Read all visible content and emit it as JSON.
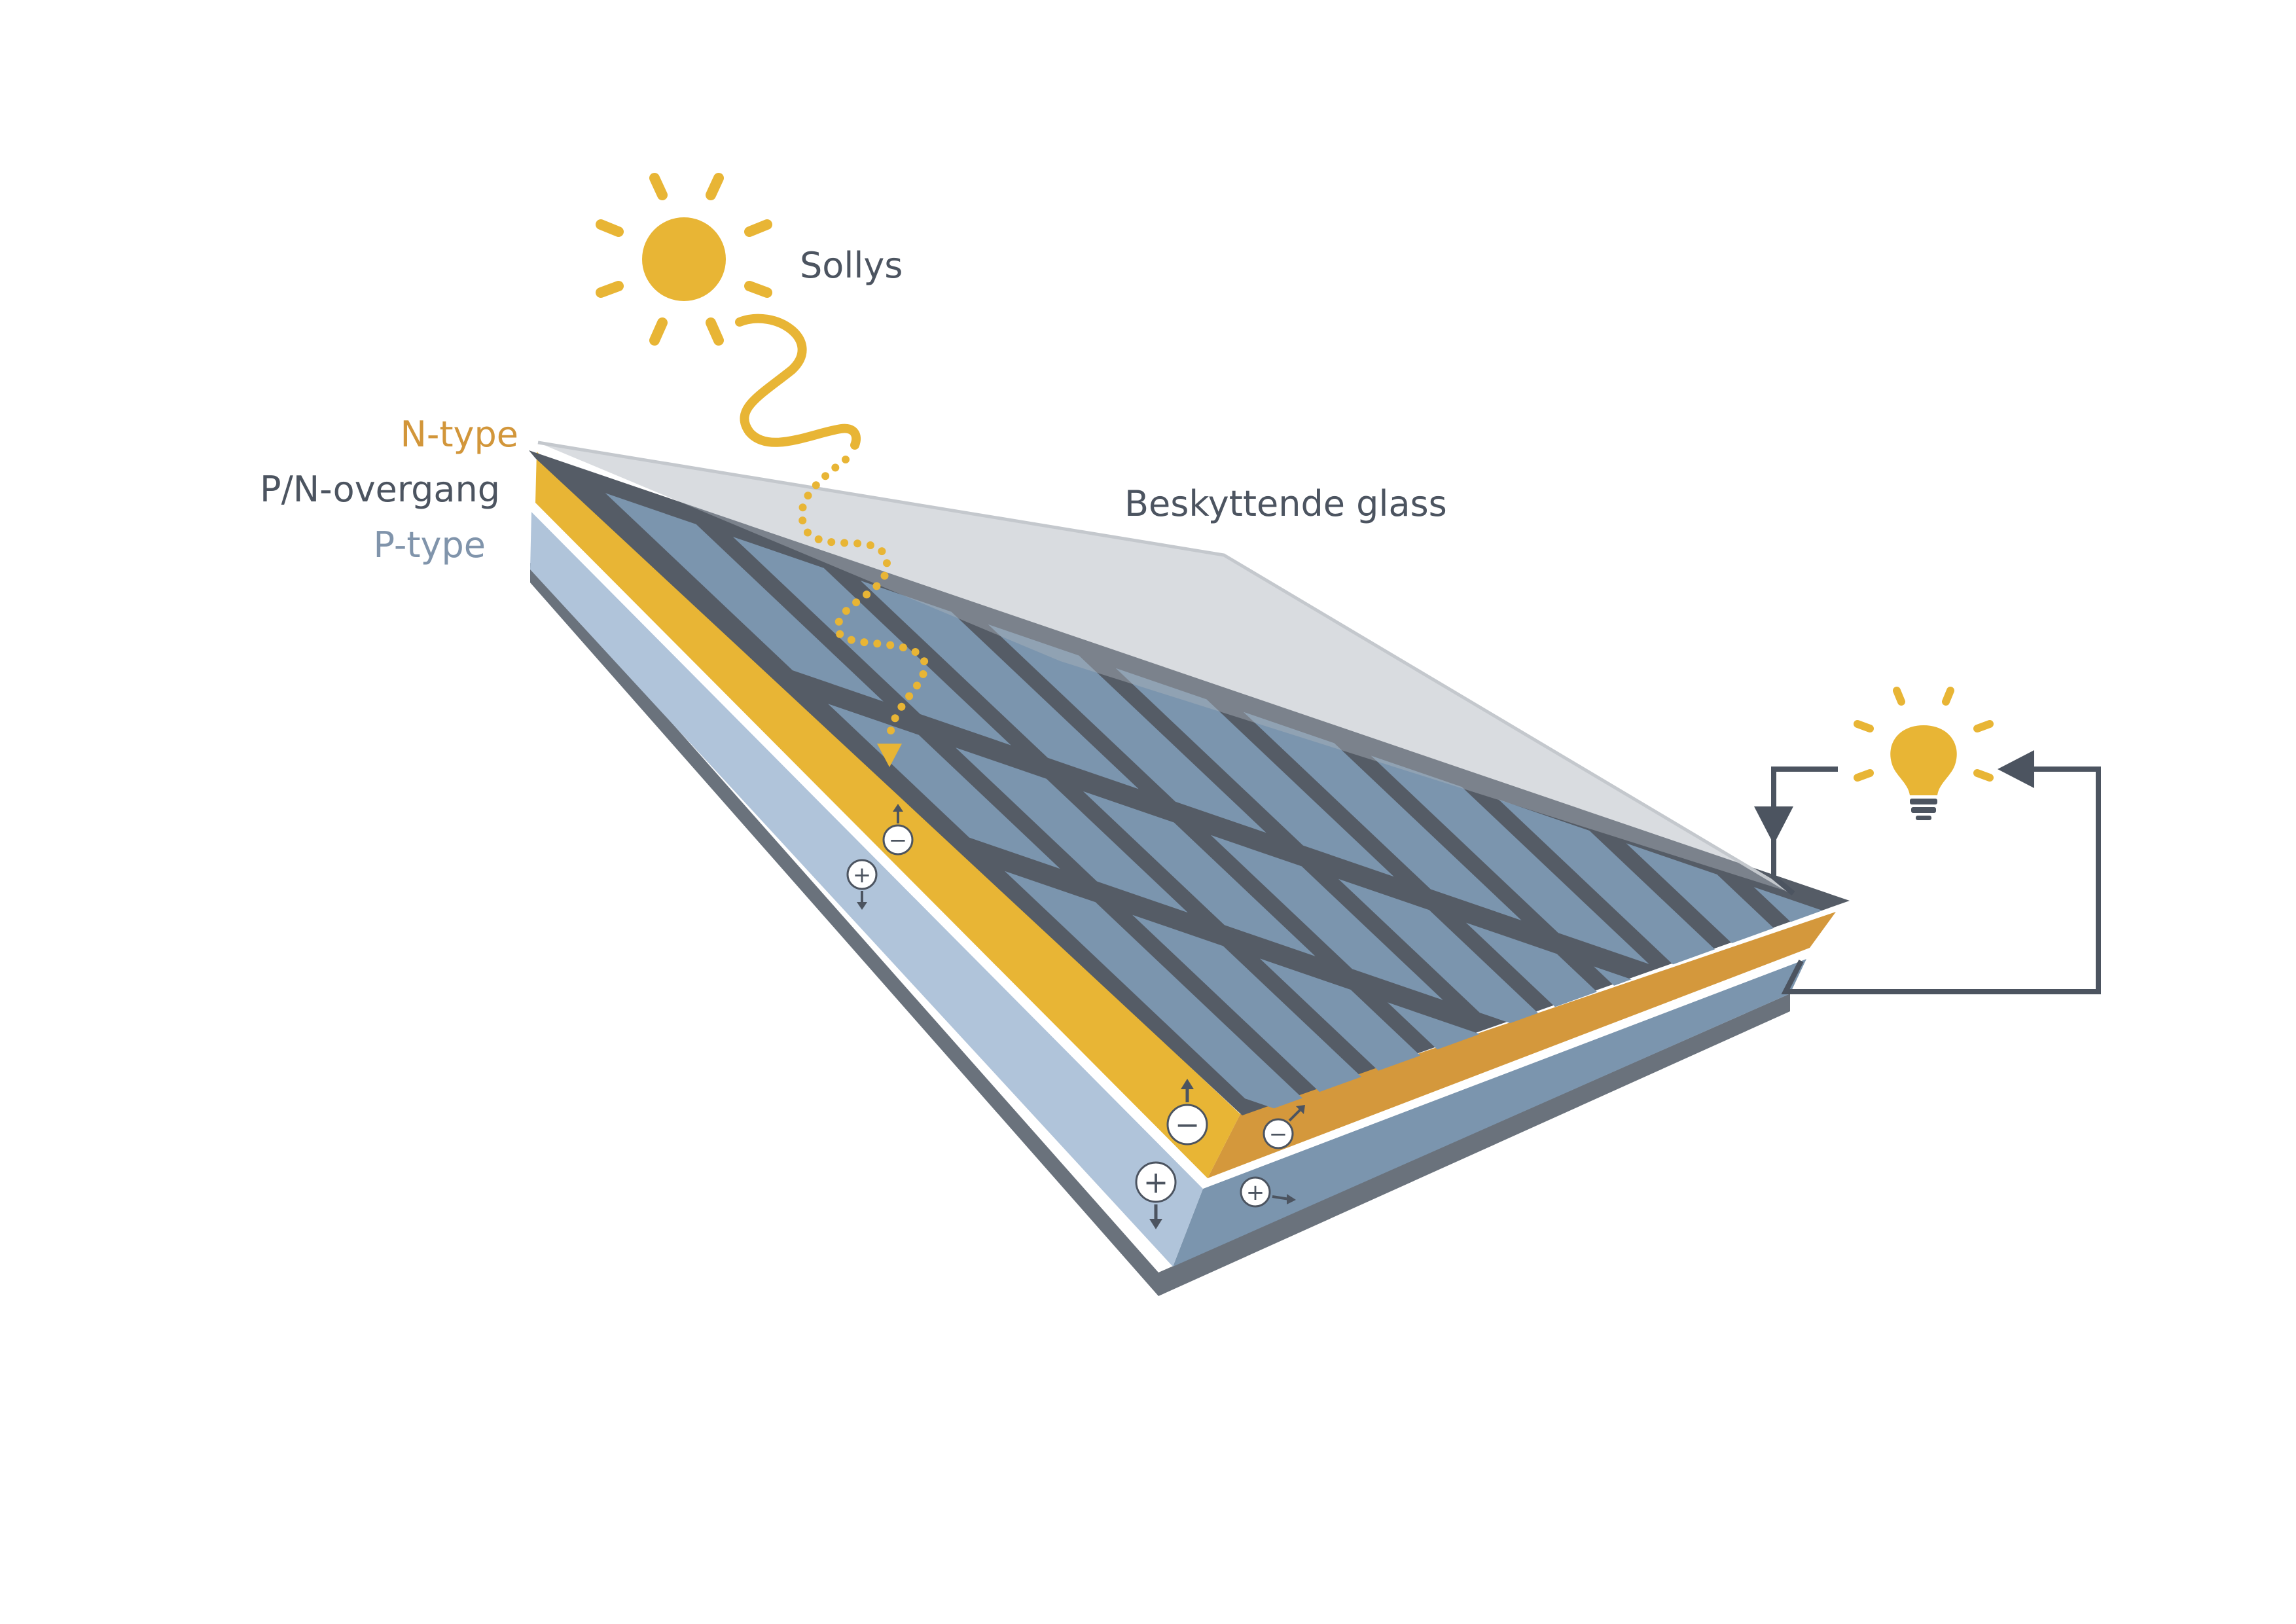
{
  "labels": {
    "sunlight": "Sollys",
    "n_type": "N-type",
    "pn_junction": "P/N-overgang",
    "p_type": "P-type",
    "glass": "Beskyttende glass"
  },
  "charges": {
    "minus": "−",
    "plus": "+"
  },
  "icons": {
    "sun": "sun-icon",
    "bulb": "light-bulb-icon",
    "photon": "photon-wave-icon"
  },
  "colors": {
    "background": "#ffffff",
    "sun": "#e8b535",
    "n_type_label": "#d2963a",
    "n_type_layer": "#e8b535",
    "n_type_side": "#d4983c",
    "dark_text": "#4c5460",
    "p_type_label": "#8094ab",
    "p_type_layer": "#b0c4da",
    "p_type_side": "#7b95ae",
    "frame": "#555c66",
    "frame_base": "#6a727c",
    "cell": "#7b95ae",
    "glass": "#aab2bb",
    "circuit": "#4c5460"
  }
}
